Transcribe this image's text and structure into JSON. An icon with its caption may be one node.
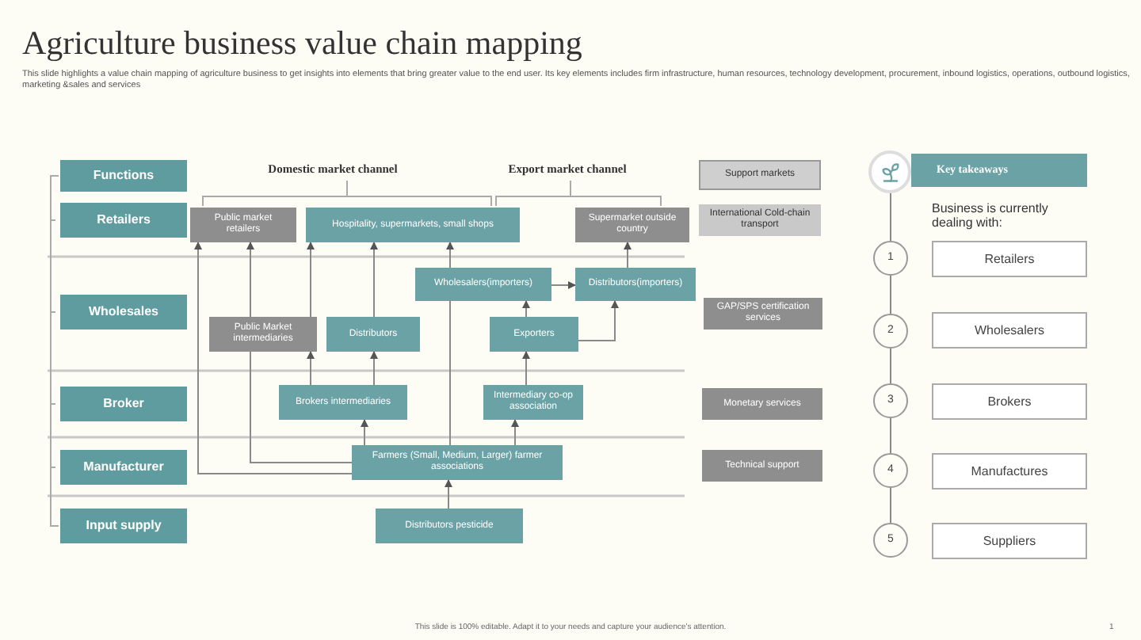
{
  "diagram": {
    "title": "Agriculture business value chain mapping",
    "nodes": [
      {
        "text": [
          "Functions"
        ]
      },
      {
        "text": [
          "Retailers"
        ]
      },
      {
        "text": [
          "Wholesales"
        ]
      },
      {
        "text": [
          "Broker"
        ]
      },
      {
        "text": [
          "Manufacturer"
        ]
      },
      {
        "text": [
          "Input supply"
        ]
      },
      {
        "text": [
          "Public market retailers"
        ]
      },
      {
        "text": [
          "Hospitality, supermarkets, small shops"
        ]
      },
      {
        "text": [
          "Supermarket outside country"
        ]
      },
      {
        "text": [
          "Wholesalers(importers)"
        ]
      },
      {
        "text": [
          "Distributors(importers)"
        ]
      },
      {
        "text": [
          "Public Market intermediaries"
        ]
      },
      {
        "text": [
          "Distributors"
        ]
      },
      {
        "text": [
          "Exporters"
        ]
      },
      {
        "text": [
          "Brokers intermediaries"
        ]
      },
      {
        "text": [
          "Intermediary co-op association"
        ]
      },
      {
        "text": [
          "Farmers (Small, Medium, Larger) farmer associations"
        ]
      },
      {
        "text": [
          "Distributors pesticide"
        ]
      },
      {
        "text": [
          "Support markets"
        ]
      },
      {
        "text": [
          "International Cold-chain transport"
        ]
      },
      {
        "text": [
          "GAP/SPS certification services"
        ]
      },
      {
        "text": [
          "Monetary services"
        ]
      },
      {
        "text": [
          "Technical support"
        ]
      },
      {
        "text": [],
        "shape": "circle"
      },
      {
        "text": [
          "Key takeaways"
        ]
      },
      {
        "text": [
          "1"
        ]
      },
      {
        "text": [
          "2"
        ]
      },
      {
        "text": [
          "3"
        ]
      },
      {
        "text": [
          "4"
        ]
      },
      {
        "text": [
          "5"
        ]
      },
      {
        "text": [
          "Retailers"
        ]
      },
      {
        "text": [
          "Wholesalers"
        ]
      },
      {
        "text": [
          "Brokers"
        ]
      },
      {
        "text": [
          "Manufactures"
        ]
      },
      {
        "text": [
          "Suppliers"
        ]
      }
    ],
    "edges": [
      {
        "from": 16,
        "to": 6,
        "arrow": "to"
      },
      {
        "from": 16,
        "to": 11,
        "arrow": "none"
      },
      {
        "from": 11,
        "to": 6,
        "arrow": "to"
      },
      {
        "from": 14,
        "to": 11,
        "arrow": "to"
      },
      {
        "from": 11,
        "to": 7,
        "arrow": "to"
      },
      {
        "from": 14,
        "to": 12,
        "arrow": "to"
      },
      {
        "from": 12,
        "to": 7,
        "arrow": "to"
      },
      {
        "from": 16,
        "to": 14,
        "arrow": "to"
      },
      {
        "from": 16,
        "to": 15,
        "arrow": "to"
      },
      {
        "from": 15,
        "to": 13,
        "arrow": "to"
      },
      {
        "from": 13,
        "to": 9,
        "arrow": "to"
      },
      {
        "from": 13,
        "to": 10,
        "arrow": "to"
      },
      {
        "from": 9,
        "to": 10,
        "arrow": "to"
      },
      {
        "from": 10,
        "to": 8,
        "arrow": "to"
      },
      {
        "from": 16,
        "to": 9,
        "arrow": "none"
      },
      {
        "from": 9,
        "to": 7,
        "arrow": "to"
      },
      {
        "from": 17,
        "to": 16,
        "arrow": "to"
      },
      {
        "from": 23,
        "to": 25,
        "arrow": "none"
      },
      {
        "from": 25,
        "to": 26,
        "arrow": "none"
      },
      {
        "from": 26,
        "to": 27,
        "arrow": "none"
      },
      {
        "from": 27,
        "to": 28,
        "arrow": "none"
      },
      {
        "from": 28,
        "to": 29,
        "arrow": "none"
      }
    ],
    "labels": [
      "This slide highlights a value chain mapping of agriculture business to get insights into elements that bring greater value to the end user. Its key elements includes firm infrastructure, human resources, technology development, procurement, inbound logistics, operations, outbound logistics, marketing &sales and services",
      "Domestic market channel",
      "Export market channel",
      "Business is currently dealing with:",
      "This slide is 100% editable. Adapt it to your needs and capture your audience's attention.",
      "1"
    ]
  }
}
